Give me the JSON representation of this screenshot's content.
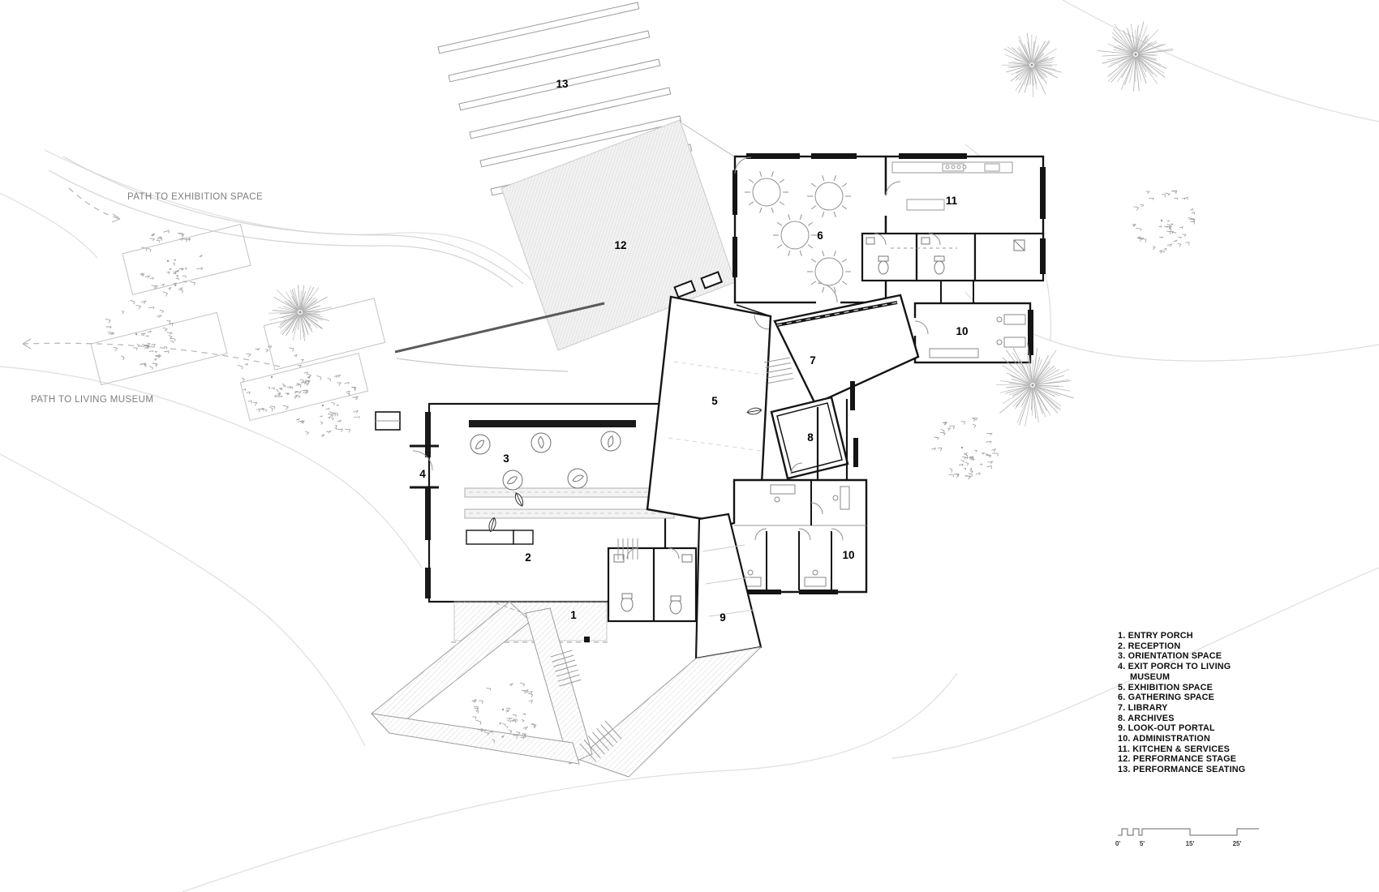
{
  "path_labels": [
    "PATH TO EXHIBITION SPACE",
    "PATH TO LIVING MUSEUM"
  ],
  "rooms": [
    {
      "num": "1",
      "label": "ENTRY PORCH"
    },
    {
      "num": "2",
      "label": "RECEPTION"
    },
    {
      "num": "3",
      "label": "ORIENTATION SPACE"
    },
    {
      "num": "4",
      "label": "EXIT PORCH TO LIVING MUSEUM"
    },
    {
      "num": "5",
      "label": "EXHIBITION SPACE"
    },
    {
      "num": "6",
      "label": "GATHERING SPACE"
    },
    {
      "num": "7",
      "label": "LIBRARY"
    },
    {
      "num": "8",
      "label": "ARCHIVES"
    },
    {
      "num": "9",
      "label": "LOOK-OUT PORTAL"
    },
    {
      "num": "10",
      "label": "ADMINISTRATION"
    },
    {
      "num": "11",
      "label": "KITCHEN & SERVICES"
    },
    {
      "num": "12",
      "label": "PERFORMANCE STAGE"
    },
    {
      "num": "13",
      "label": "PERFORMANCE SEATING"
    }
  ],
  "scale_bar": {
    "labels": [
      "0'",
      "5'",
      "15'",
      "25'"
    ]
  },
  "colors": {
    "walls": "#141414",
    "contours": "#dedede",
    "hatch": "#d0d0d0",
    "tree": "#a3a3a3",
    "path_text": "#7d7d7d"
  }
}
